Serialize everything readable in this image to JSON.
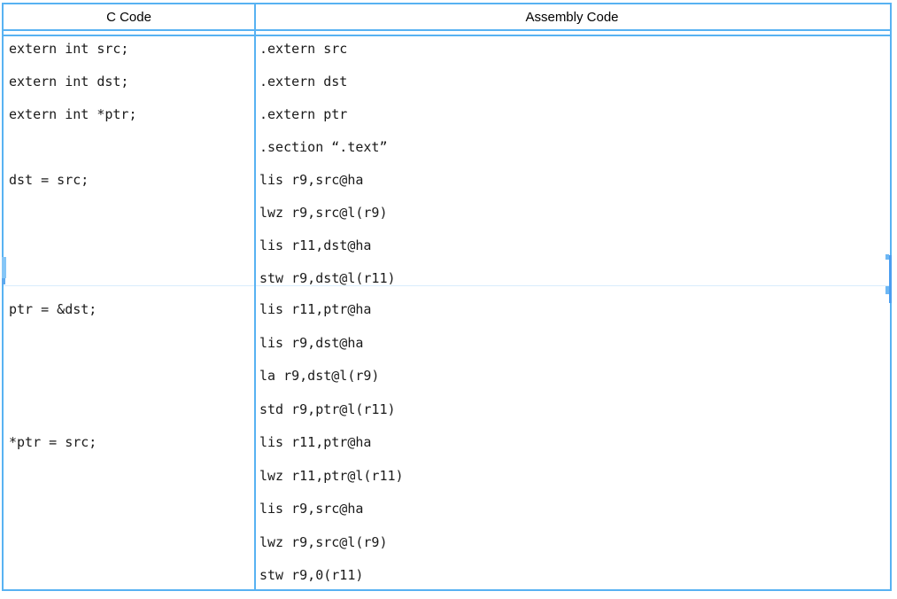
{
  "colors": {
    "accent": "#58b2f2",
    "faint": "#d9edfc",
    "text": "#1a1a1a"
  },
  "table": {
    "header": {
      "c_label": "C Code",
      "asm_label": "Assembly Code"
    },
    "rows": [
      {
        "c_lines": [
          "extern int src;",
          "extern int dst;",
          "extern int *ptr;",
          "",
          "dst = src;"
        ],
        "asm_lines": [
          ".extern src",
          ".extern dst",
          ".extern ptr",
          ".section “.text”",
          "lis r9,src@ha",
          "lwz r9,src@l(r9)",
          "lis r11,dst@ha",
          "stw r9,dst@l(r11)"
        ]
      },
      {
        "c_lines": [
          "ptr = &dst;",
          "",
          "",
          "",
          "*ptr = src;"
        ],
        "asm_lines": [
          "lis r11,ptr@ha",
          "lis r9,dst@ha",
          "la r9,dst@l(r9)",
          "std r9,ptr@l(r11)",
          "lis r11,ptr@ha",
          "lwz r11,ptr@l(r11)",
          "lis r9,src@ha",
          "lwz r9,src@l(r9)",
          "stw r9,0(r11)"
        ]
      }
    ]
  }
}
